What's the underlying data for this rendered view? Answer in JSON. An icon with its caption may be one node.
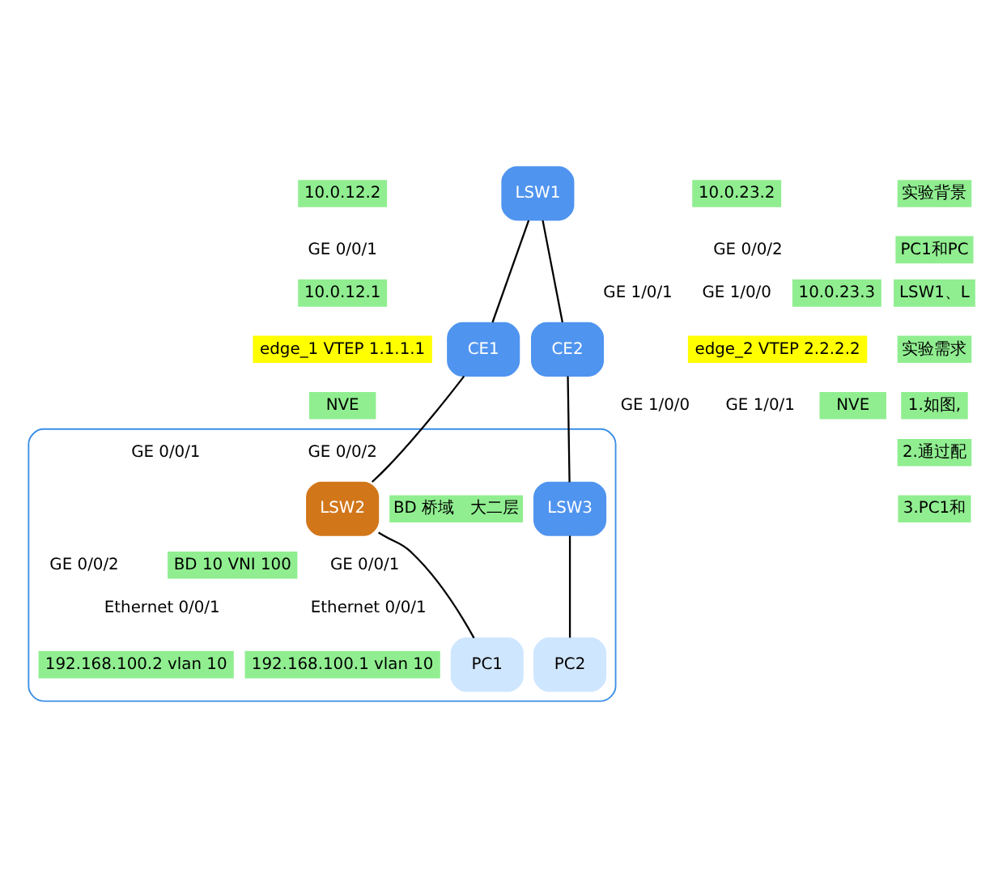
{
  "diagram": {
    "nodes": [
      {
        "text": [
          "LSW1"
        ]
      },
      {
        "text": [
          "CE1"
        ]
      },
      {
        "text": [
          "CE2"
        ]
      },
      {
        "text": [],
        "shape": "ellipse"
      },
      {
        "text": [
          "LSW2"
        ],
        "in": 3
      },
      {
        "text": [
          "LSW3"
        ],
        "in": 3
      },
      {
        "text": [
          "PC1"
        ],
        "in": 3
      },
      {
        "text": [
          "PC2"
        ],
        "in": 3
      }
    ],
    "edges": [
      {
        "from": 0,
        "to": 1,
        "arrow": "none"
      },
      {
        "from": 0,
        "to": 2,
        "arrow": "none"
      },
      {
        "from": 1,
        "to": 4,
        "arrow": "none"
      },
      {
        "from": 2,
        "to": 5,
        "arrow": "none"
      },
      {
        "from": 4,
        "to": 6,
        "arrow": "none"
      },
      {
        "from": 5,
        "to": 7,
        "arrow": "none"
      }
    ],
    "labels": [
      "10.0.12.2",
      "10.0.23.2",
      "实验背景",
      "PC1和PC",
      "LSW1、L",
      "GE 0/0/1",
      "GE 0/0/2",
      "实验需求",
      "1.如图,",
      "2.通过配",
      "3.PC1和",
      "10.0.12.1",
      "10.0.23.3",
      "GE 1/0/1",
      "GE 1/0/0",
      "edge_1 VTEP 1.1.1.1",
      "edge_2 VTEP 2.2.2.2",
      "NVE",
      "NVE",
      "GE 1/0/0",
      "GE 1/0/1",
      "GE 0/0/2",
      "GE 0/0/1",
      "BD 桥域　大二层",
      "BD 10 VNI 100",
      "GE 0/0/1",
      "GE 0/0/2",
      "Ethernet 0/0/1",
      "Ethernet 0/0/1",
      "192.168.100.1 vlan 10",
      "192.168.100.2 vlan 10"
    ]
  }
}
